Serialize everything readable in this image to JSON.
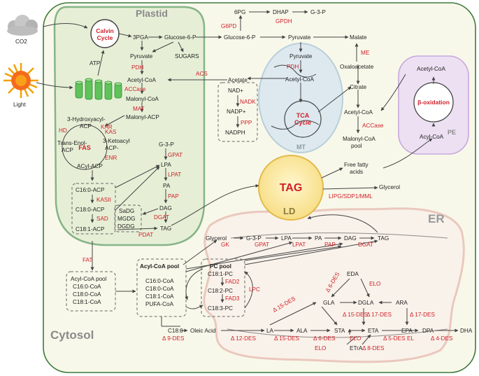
{
  "regions": {
    "plastid": "Plastid",
    "mt": "MT",
    "pe": "PE",
    "ld": "LD",
    "er": "ER",
    "cytosol": "Cytosol"
  },
  "inputs": {
    "co2": "CO2",
    "light": "Light"
  },
  "cycles": {
    "calvin_line1": "Calvin",
    "calvin_line2": "Cycle",
    "fas": "FAS",
    "tca_line1": "TCA",
    "tca_line2": "Cycle",
    "beta_oxidation": "β-oxidation",
    "tag": "TAG"
  },
  "metabolites": {
    "atp": "ATP",
    "pga3": "3PGA",
    "glucose6p_plastid": "Glucose-6-P",
    "sugars": "SUGARS",
    "pyruvate_plastid": "Pyruvate",
    "acetylcoa_plastid": "Acetyl-CoA",
    "malonylcoa_plastid": "Malonyl-CoA",
    "malonylacp": "Malonyl-ACP",
    "hydroxyacyl_1": "3-Hydroxyacyl-",
    "hydroxyacyl_2": "ACP",
    "transenoyl_1": "Trans-Enol-",
    "transenoyl_2": "ACP",
    "ketoacyl_1": "3-Ketoacyl",
    "ketoacyl_2": "ACP-",
    "acylacp": "ACyl-ACP",
    "c160acp": "C16:0-ACP",
    "c180acp": "C18:0-ACP",
    "c181acp": "C18:1-ACP",
    "g3p_plastid": "G-3-P",
    "lpa_plastid": "LPA",
    "pa_plastid": "PA",
    "dag_plastid": "DAG",
    "tag_plastid": "TAG",
    "sadg": "SaDG",
    "mgdg": "MGDG",
    "dgdg": "DGDG",
    "pg6": "6PG",
    "dhap": "DHAP",
    "g3p_top": "G-3-P",
    "glucose6p_cyto": "Glucose-6-P",
    "pyruvate_cyto": "Pyruvate",
    "malate": "Malate",
    "acetate": "Acetate",
    "pyruvate_mt": "Pyruvate",
    "acetylcoa_mt": "Acetyl-CoA",
    "oxaloacetate": "Oxaloacetate",
    "citrate": "Citrate",
    "acetylcoa_cyto": "Acetyl-CoA",
    "malonylcoa_pool_1": "Malonyl-CoA",
    "malonylcoa_pool_2": "pool",
    "nad": "NAD+",
    "nadp": "NADP+",
    "nadph": "NADPH",
    "acetylcoa_pe": "Acetyl-CoA",
    "acylcoa_pe": "Acyl-CoA",
    "ffa_1": "Free fatty",
    "ffa_2": "acids",
    "glycerol_right": "Glycerol",
    "glycerol_er": "Glycerol",
    "g3p_er": "G-3-P",
    "lpa_er": "LPA",
    "pa_er": "PA",
    "dag_er": "DAG",
    "tag_er": "TAG",
    "pool_left_title": "Acyl-CoA pool",
    "pool_left_1": "C16:0-CoA",
    "pool_left_2": "C18:0-CoA",
    "pool_left_3": "C18:1-CoA",
    "pool_main_title": "Acyl-CoA pool",
    "pool_main_1": "C16:0-CoA",
    "pool_main_2": "C18:0-CoA",
    "pool_main_3": "C18:1-CoA",
    "pool_main_4": "PUFA-CoA",
    "pc_pool_title": "PC pool",
    "c181pc": "C18:1-PC",
    "c182pc": "C18:2-PC",
    "c183pc": "C18:3-PC",
    "c180": "C18:0",
    "oleic": "Oleic Acid",
    "la": "LA",
    "ala": "ALA",
    "sta": "STA",
    "eta": "ETA",
    "epa": "EPA",
    "dpa": "DPA",
    "dha": "DHA",
    "gla": "GLA",
    "dgla": "DGLA",
    "eda": "EDA",
    "ara": "ARA",
    "etra": "ETrA"
  },
  "enzymes": {
    "pdh_plastid": "PDH",
    "accase_plastid": "ACCase",
    "mat": "MAT",
    "kas": "KAS",
    "kar": "KAR",
    "hd": "HD",
    "enr": "ENR",
    "kasii": "KASII",
    "sad": "SAD",
    "gpat_plastid": "GPAT",
    "lpat_plastid": "LPAT",
    "pap_plastid": "PAP",
    "dgat_plastid": "DGAT",
    "pdat": "PDAT",
    "acs": "ACS",
    "g6pd": "G6PD",
    "gpdh": "GPDH",
    "pdh_mt": "PDH",
    "me": "ME",
    "accase_cyto": "ACCase",
    "nadk": "NADK",
    "ppp": "PPP",
    "lipg": "LIPG/SDP1/MML",
    "gk": "GK",
    "gpat_er": "GPAT",
    "lpat_er": "LPAT",
    "pap_er": "PAP",
    "dgat_er": "DGAT",
    "fat": "FAT",
    "fad2": "FAD2",
    "fad3": "FAD3",
    "lpc": "LPC",
    "d9des": "Δ 9-DES",
    "d12des": "Δ 12-DES",
    "d15des_1": "Δ 15-DES",
    "d15des_2": "Δ 15-DES",
    "d15des_3": "Δ 15-DES",
    "d6des_1": "Δ 6-DES",
    "d6des_2": "Δ 6-DES",
    "elo_1": "ELO",
    "elo_2": "ELO",
    "elo_3": "ELO",
    "d17des_1": "Δ 17-DES",
    "d17des_2": "Δ 17-DES",
    "d5des": "Δ 5-DES",
    "d8des": "Δ 8-DES",
    "el": "EL",
    "d4des": "Δ 4-DES"
  },
  "colors": {
    "enzyme": "#d0202a",
    "cytosol_fill": "#f8f8ea",
    "cytosol_stroke": "#3f7a3a",
    "plastid_fill": "#e6efd6",
    "plastid_stroke": "#86b487",
    "mt_fill": "#dde9ef",
    "pe_fill": "#ece0f2",
    "pe_stroke": "#c7a8dc",
    "ld_fill": "#fbe9a3",
    "ld_stroke": "#e3b94a",
    "er_stroke": "#e8c0b6"
  },
  "icons": [
    "cloud-icon",
    "sun-icon",
    "thylakoid-icon"
  ]
}
